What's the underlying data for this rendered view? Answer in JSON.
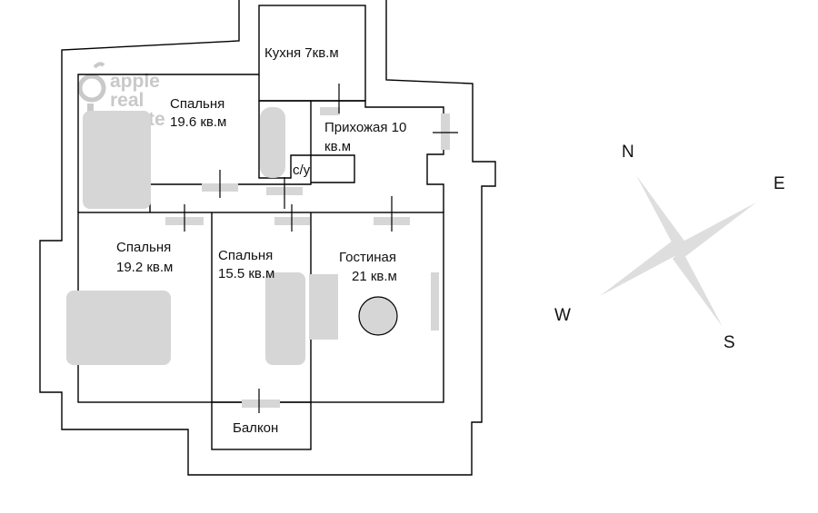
{
  "logo": {
    "lines": [
      "apple",
      "real",
      "estate"
    ]
  },
  "rooms": {
    "kitchen": {
      "line1": "Кухня 7кв.м"
    },
    "hall": {
      "line1": "Прихожая 10",
      "line2": "кв.м"
    },
    "bedroom_top": {
      "line1": "Спальня",
      "line2": "19.6 кв.м"
    },
    "bathroom": {
      "line1": "с/у"
    },
    "bedroom_left": {
      "line1": "Спальня",
      "line2": "19.2 кв.м"
    },
    "bedroom_mid": {
      "line1": "Спальня",
      "line2": "15.5 кв.м"
    },
    "living": {
      "line1": "Гостиная",
      "line2": "21 кв.м"
    },
    "balcony": {
      "line1": "Балкон"
    }
  },
  "compass": {
    "n": "N",
    "e": "E",
    "s": "S",
    "w": "W"
  },
  "colors": {
    "walls": "#000000",
    "furniture": "#d6d6d6",
    "logo": "#c9c9c9",
    "compass": "#dedede"
  }
}
